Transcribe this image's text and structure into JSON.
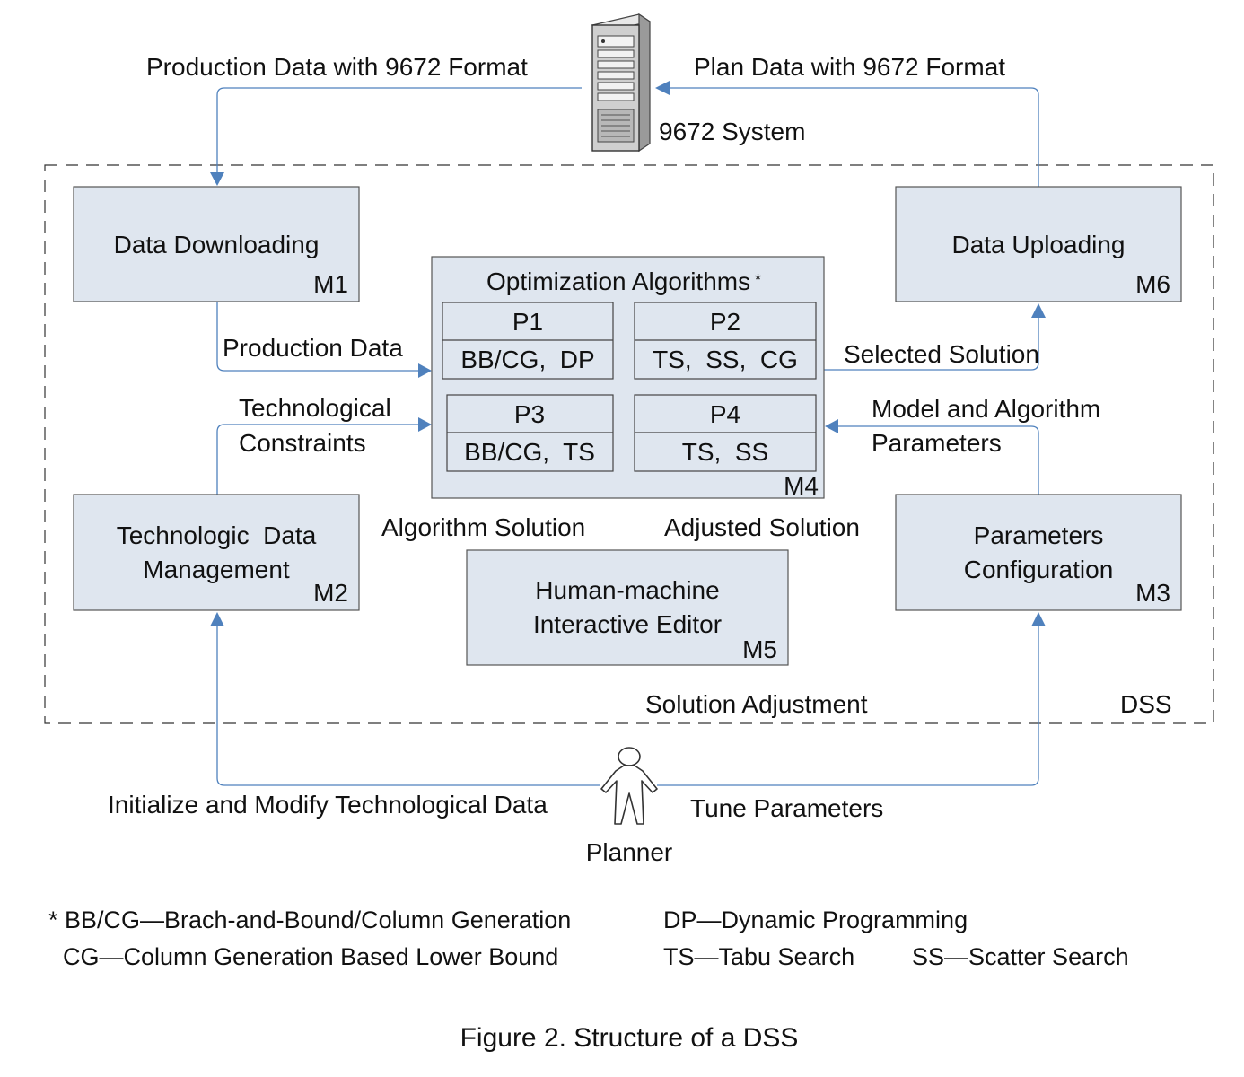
{
  "server": {
    "label": "9672 System",
    "icon": "server-tower-icon"
  },
  "person": {
    "label": "Planner",
    "icon": "person-icon"
  },
  "dss_label": "DSS",
  "modules": {
    "m1": {
      "lines": [
        "Data Downloading"
      ],
      "id": "M1"
    },
    "m2": {
      "lines": [
        "Technologic  Data",
        "Management"
      ],
      "id": "M2"
    },
    "m3": {
      "lines": [
        "Parameters",
        "Configuration"
      ],
      "id": "M3"
    },
    "m4": {
      "title": "Optimization Algorithms",
      "mark": "*",
      "id": "M4"
    },
    "m5": {
      "lines": [
        "Human-machine",
        "Interactive Editor"
      ],
      "id": "M5"
    },
    "m6": {
      "lines": [
        "Data Uploading"
      ],
      "id": "M6"
    }
  },
  "algorithms": [
    {
      "name": "P1",
      "methods": "BB/CG,  DP"
    },
    {
      "name": "P2",
      "methods": "TS,  SS,  CG"
    },
    {
      "name": "P3",
      "methods": "BB/CG,  TS"
    },
    {
      "name": "P4",
      "methods": "TS,  SS"
    }
  ],
  "flows": {
    "production_9672": "Production Data with  9672 Format",
    "plan_9672": "Plan Data with 9672 Format",
    "production": "Production Data",
    "tech_constraints": [
      "Technological",
      "Constraints"
    ],
    "selected_solution": "Selected Solution",
    "model_params": [
      "Model and Algorithm",
      "Parameters"
    ],
    "algorithm_solution": "Algorithm Solution",
    "adjusted_solution": "Adjusted Solution",
    "solution_adjustment": "Solution Adjustment",
    "init_modify": "Initialize and Modify Technological Data",
    "tune_params": "Tune Parameters"
  },
  "legend": [
    "* BB/CG—Brach-and-Bound/Column Generation",
    "DP—Dynamic Programming",
    "CG—Column Generation Based Lower Bound",
    "TS—Tabu Search",
    "SS—Scatter Search"
  ],
  "caption": "Figure 2. Structure of a DSS",
  "colors": {
    "box_fill": "#dfe6ef",
    "arrow": "#4f81bd",
    "border": "#555555"
  }
}
